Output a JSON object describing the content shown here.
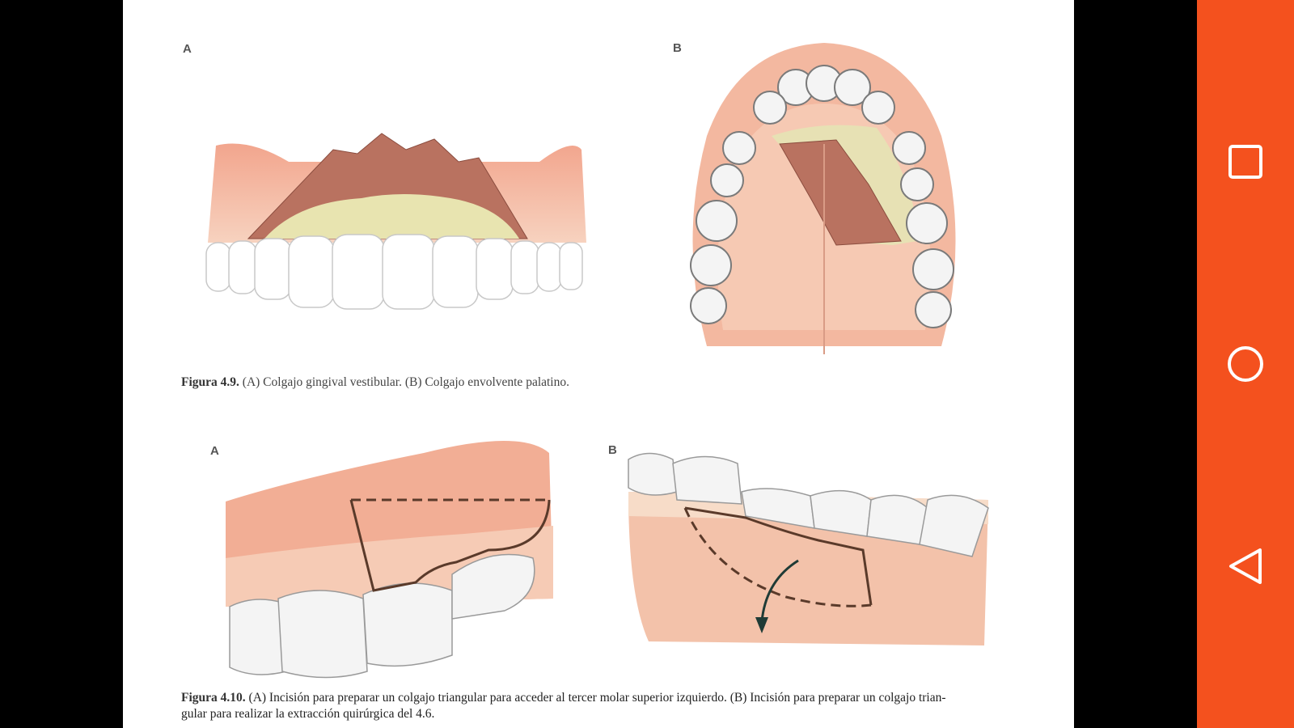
{
  "figure_4_9": {
    "panel_a_label": "A",
    "panel_b_label": "B",
    "caption_label": "Figura 4.9.",
    "caption_text": " (A) Colgajo gingival vestibular. (B) Colgajo envolvente palatino."
  },
  "figure_4_10": {
    "panel_a_label": "A",
    "panel_b_label": "B",
    "caption_label": "Figura 4.10.",
    "caption_text_line1": " (A) Incisión para preparar un colgajo triangular para acceder al tercer molar superior izquierdo. (B) Incisión para preparar un colgajo trian-",
    "caption_text_line2": "gular para realizar la extracción quirúrgica del 4.6."
  },
  "navbar": {
    "color": "#f4511e",
    "buttons": [
      "recents-square-icon",
      "home-circle-icon",
      "back-triangle-icon"
    ]
  }
}
